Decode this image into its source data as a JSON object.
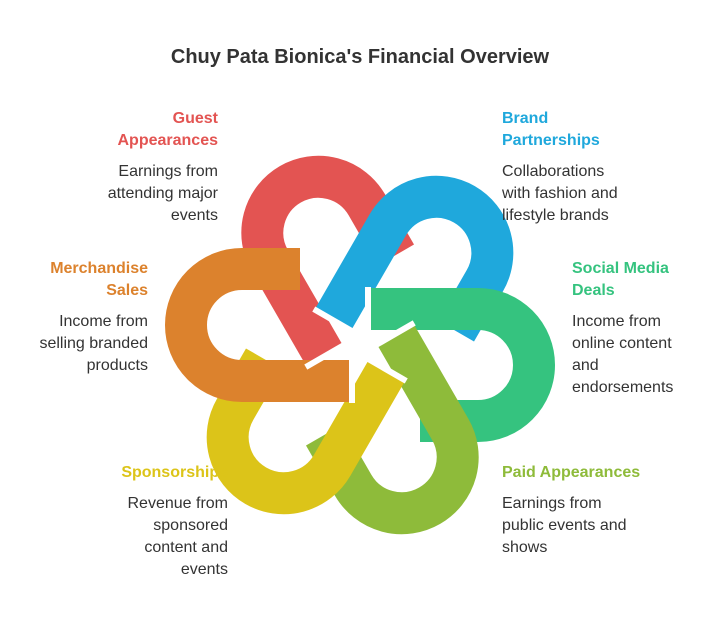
{
  "title": "Chuy Pata Bionica's Financial Overview",
  "segments": [
    {
      "heading": "Guest\nAppearances",
      "description": "Earnings from\nattending major\nevents",
      "color": "#e35452"
    },
    {
      "heading": "Brand\nPartnerships",
      "description": "Collaborations\nwith fashion and\nlifestyle brands",
      "color": "#1fa8dc"
    },
    {
      "heading": "Social Media\nDeals",
      "description": "Income from\nonline content\nand\nendorsements",
      "color": "#35c37f"
    },
    {
      "heading": "Paid Appearances",
      "description": "Earnings from\npublic events and\nshows",
      "color": "#8ebb3a"
    },
    {
      "heading": "Sponsorships",
      "description": "Revenue from\nsponsored\ncontent and\nevents",
      "color": "#dcc419"
    },
    {
      "heading": "Merchandise\nSales",
      "description": "Income from\nselling branded\nproducts",
      "color": "#dc822d"
    }
  ]
}
